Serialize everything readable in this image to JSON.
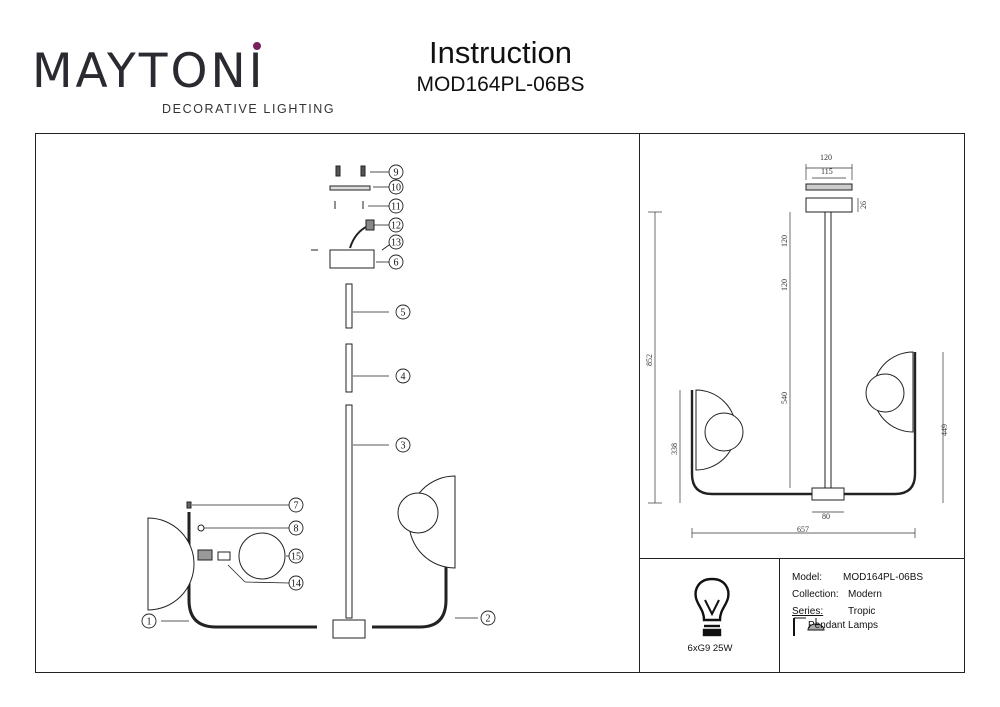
{
  "header": {
    "brand": {
      "pre": "MAYTON",
      "i": "I"
    },
    "tagline": "DECORATIVE LIGHTING",
    "title": "Instruction",
    "model_code": "MOD164PL-06BS"
  },
  "assembly": {
    "callouts": [
      "9",
      "10",
      "11",
      "12",
      "13",
      "6",
      "5",
      "4",
      "3",
      "7",
      "8",
      "15",
      "14",
      "1",
      "2"
    ]
  },
  "dimensions": {
    "top_width": "120",
    "inner_width": "115",
    "canopy_height": "26",
    "rod_upper": "120",
    "rod_middle": "120",
    "rod_lower": "540",
    "total_height": "852",
    "arm_height": "338",
    "right_height": "449",
    "hub_width": "80",
    "total_width": "657"
  },
  "bulb": {
    "label": "6xG9 25W"
  },
  "specs": {
    "model_label": "Model:",
    "model_value": "MOD164PL-06BS",
    "collection_label": "Collection:",
    "collection_value": "Modern",
    "series_label": "Series:",
    "series_value": "Tropic",
    "type_value": "Pendant Lamps"
  },
  "colors": {
    "accent": "#7a1f5c",
    "ink": "#222222"
  }
}
